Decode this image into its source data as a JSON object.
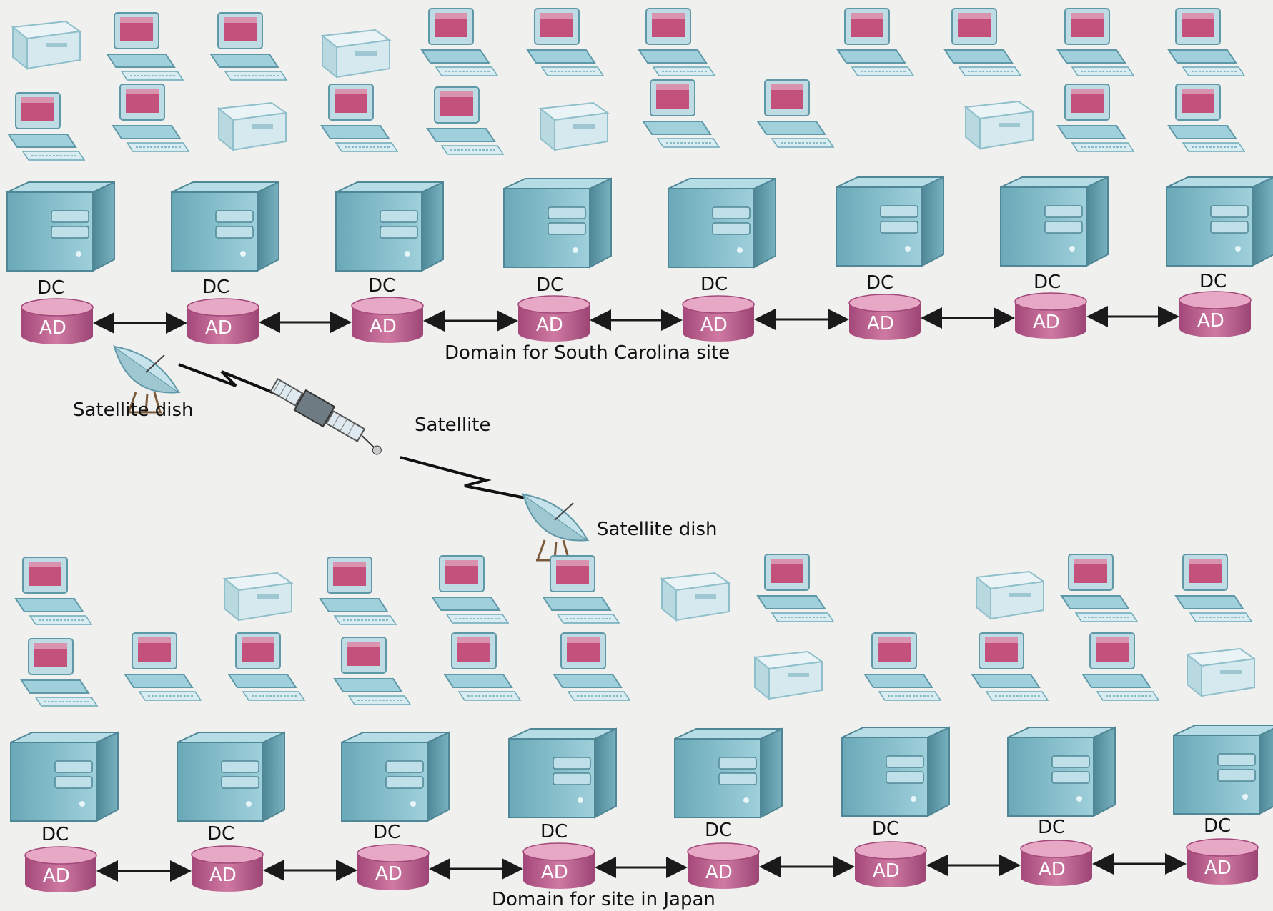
{
  "labels": {
    "dc": "DC",
    "ad": "AD",
    "top_domain": "Domain for South Carolina site",
    "bottom_domain": "Domain for site in Japan",
    "satellite": "Satellite",
    "dish_top": "Satellite dish",
    "dish_bottom": "Satellite dish"
  },
  "colors": {
    "server": "#8cc3d0",
    "server_dark": "#5f98a7",
    "workstation_screen": "#c4507c",
    "ad_cylinder": "#b65c86",
    "ad_top": "#e6a8c4",
    "arrow": "#1a1a1a",
    "lightning": "#111111"
  },
  "icons": {
    "workstation": "computer-icon",
    "printer": "printer-icon",
    "server": "server-tower-icon",
    "database": "database-cylinder-icon",
    "dish": "satellite-dish-icon",
    "satellite": "satellite-icon"
  }
}
